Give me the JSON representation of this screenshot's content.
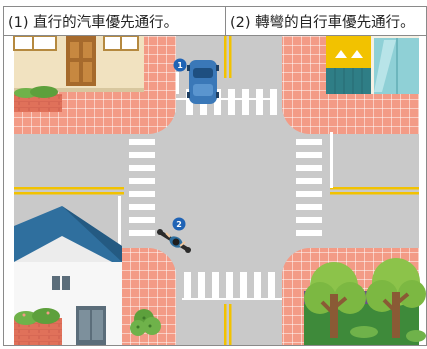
{
  "question": {
    "options": [
      {
        "label": "(1) 直行的汽車優先通行。"
      },
      {
        "label": "(2) 轉彎的自行車優先通行。"
      }
    ]
  },
  "scene": {
    "markers": [
      {
        "label": "1",
        "vehicle": "car"
      },
      {
        "label": "2",
        "vehicle": "bicycle"
      }
    ],
    "colors": {
      "road": "#c9c9c9",
      "sidewalk": "#f39b86",
      "sidewalk_grid": "#ffffff",
      "center_line": "#f2c200",
      "crosswalk": "#ffffff",
      "marker": "#1f63b5",
      "house_roof": "#2f6f9e",
      "car": "#3a78b8",
      "tree": "#6fb24a",
      "trunk": "#8a5a35"
    },
    "icons": [
      "car-icon",
      "bicycle-icon",
      "house-icon",
      "tree-icon",
      "shop-icon",
      "bush-icon"
    ]
  }
}
